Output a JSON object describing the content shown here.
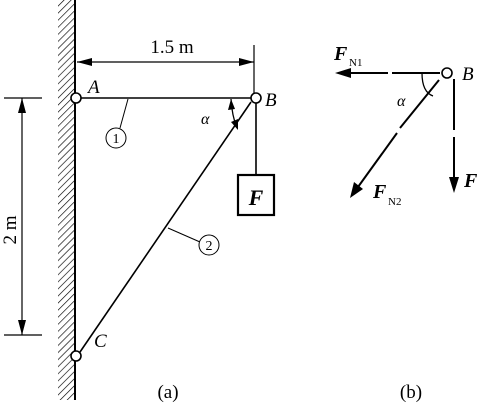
{
  "figure_a": {
    "dimension_horizontal": "1.5 m",
    "dimension_vertical": "2 m",
    "point_a": "A",
    "point_b": "B",
    "point_c": "C",
    "member_1": "1",
    "member_2": "2",
    "angle": "α",
    "load": "F",
    "caption": "(a)"
  },
  "figure_b": {
    "force_n1": "F",
    "force_n1_sub": "N1",
    "force_n2": "F",
    "force_n2_sub": "N2",
    "load": "F",
    "point_b": "B",
    "angle": "α",
    "caption": "(b)"
  }
}
